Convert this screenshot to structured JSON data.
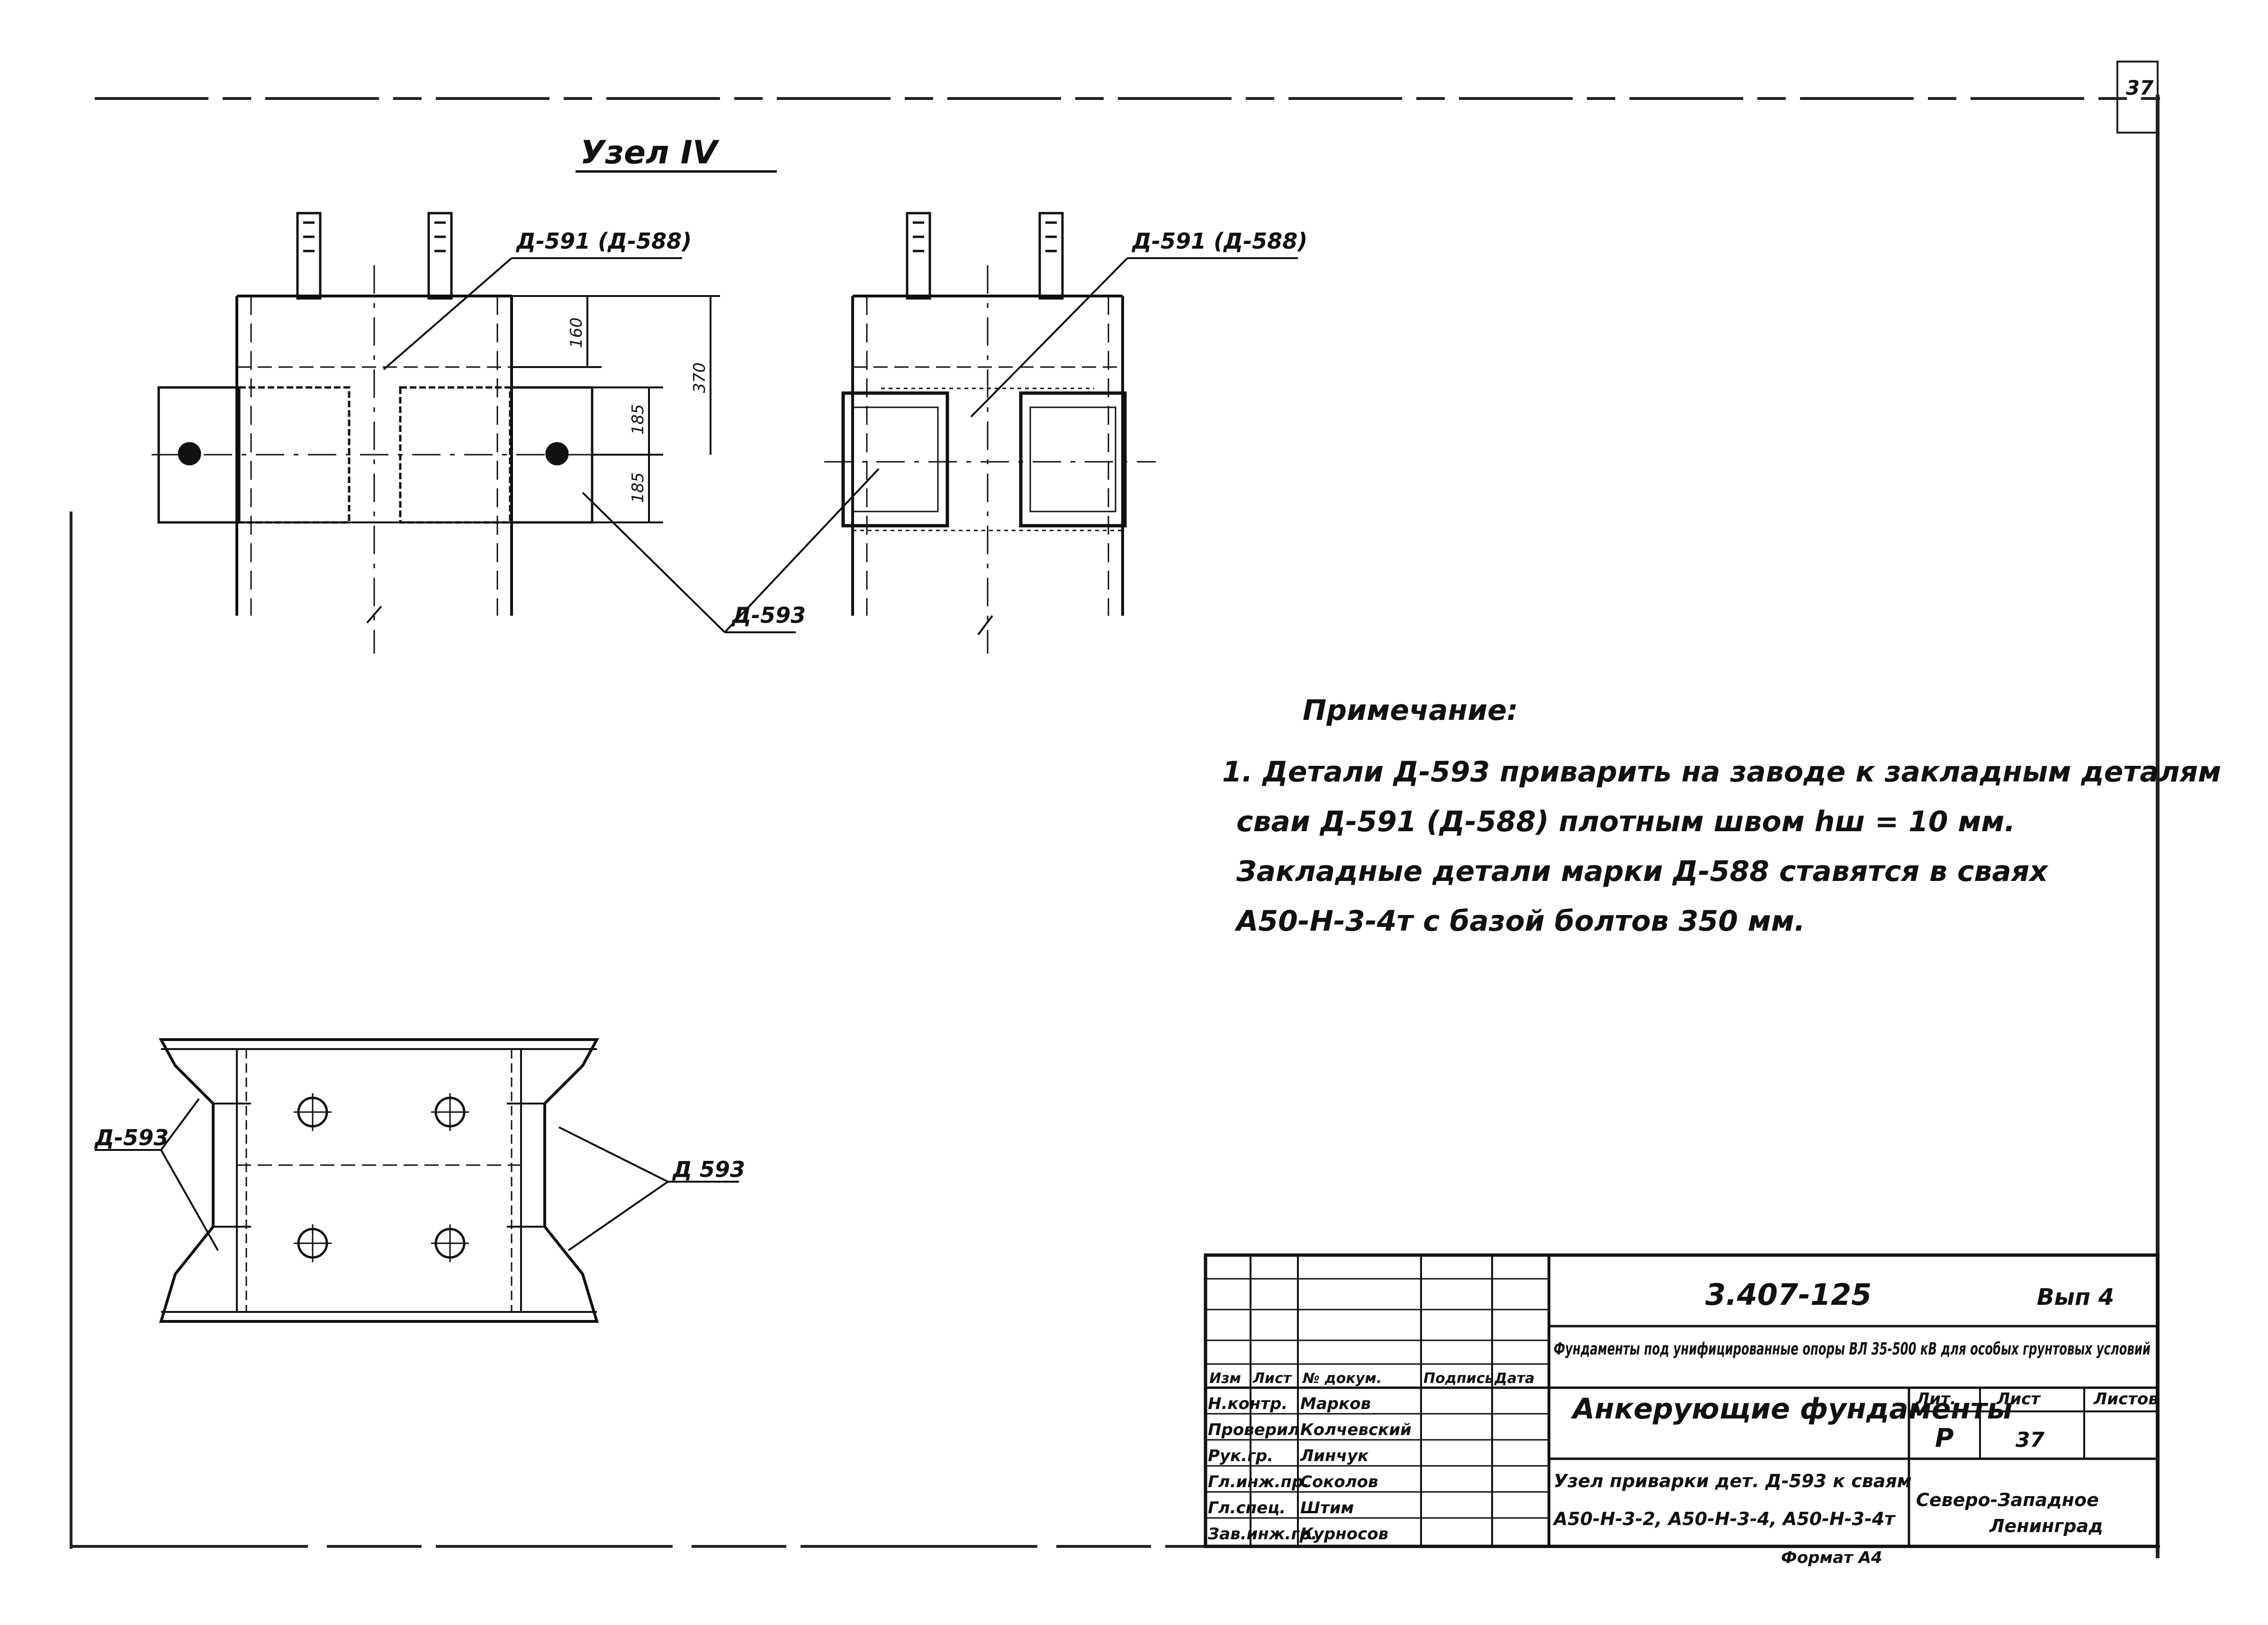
{
  "view_title": "Узел IV",
  "labels": {
    "embed_1": "Д-591 (Д-588)",
    "embed_2": "Д-591 (Д-588)",
    "plate_top": "Д-593",
    "plate_left": "Д-593",
    "plate_right": "Д 593"
  },
  "dimensions": {
    "d160": "160",
    "d370": "370",
    "d185a": "185",
    "d185b": "185"
  },
  "sheet_number": "37",
  "note": {
    "heading": "Примечание:",
    "lines": [
      "1. Детали Д-593 приварить на заводе к закладным деталям",
      "сваи Д-591 (Д-588) плотным швом hш = 10 мм.",
      "Закладные детали марки Д-588 ставятся в сваях",
      "А50-Н-3-4т с базой болтов 350 мм."
    ]
  },
  "stamp": {
    "code": "3.407-125",
    "issue": "Вып 4",
    "description": "Фундаменты под унифицированные опоры ВЛ 35-500 кВ для особых грунтовых условий",
    "doc_title": "Анкерующие фундаменты",
    "sheet_title_1": "Узел приварки дет. Д-593 к сваям",
    "sheet_title_2": "А50-Н-3-2, А50-Н-3-4, А50-Н-3-4т",
    "org_1": "Северо-Западное",
    "org_2": "Ленинград",
    "head_cols": [
      "Изм",
      "Лист",
      "№ докум.",
      "Подпись",
      "Дата"
    ],
    "col_lit": "Лит.",
    "col_sheet": "Лист",
    "col_sheets": "Листов",
    "lit_value": "Р",
    "sheet_value": "37",
    "roles": [
      {
        "role": "Н.контр.",
        "name": "Марков"
      },
      {
        "role": "Проверил",
        "name": "Колчевский"
      },
      {
        "role": "Рук.гр.",
        "name": "Линчук"
      },
      {
        "role": "Гл.инж.пр.",
        "name": "Соколов"
      },
      {
        "role": "Гл.спец.",
        "name": "Штим"
      },
      {
        "role": "Зав.инж.гр.",
        "name": "Курносов"
      }
    ],
    "footer": "Формат А4"
  }
}
